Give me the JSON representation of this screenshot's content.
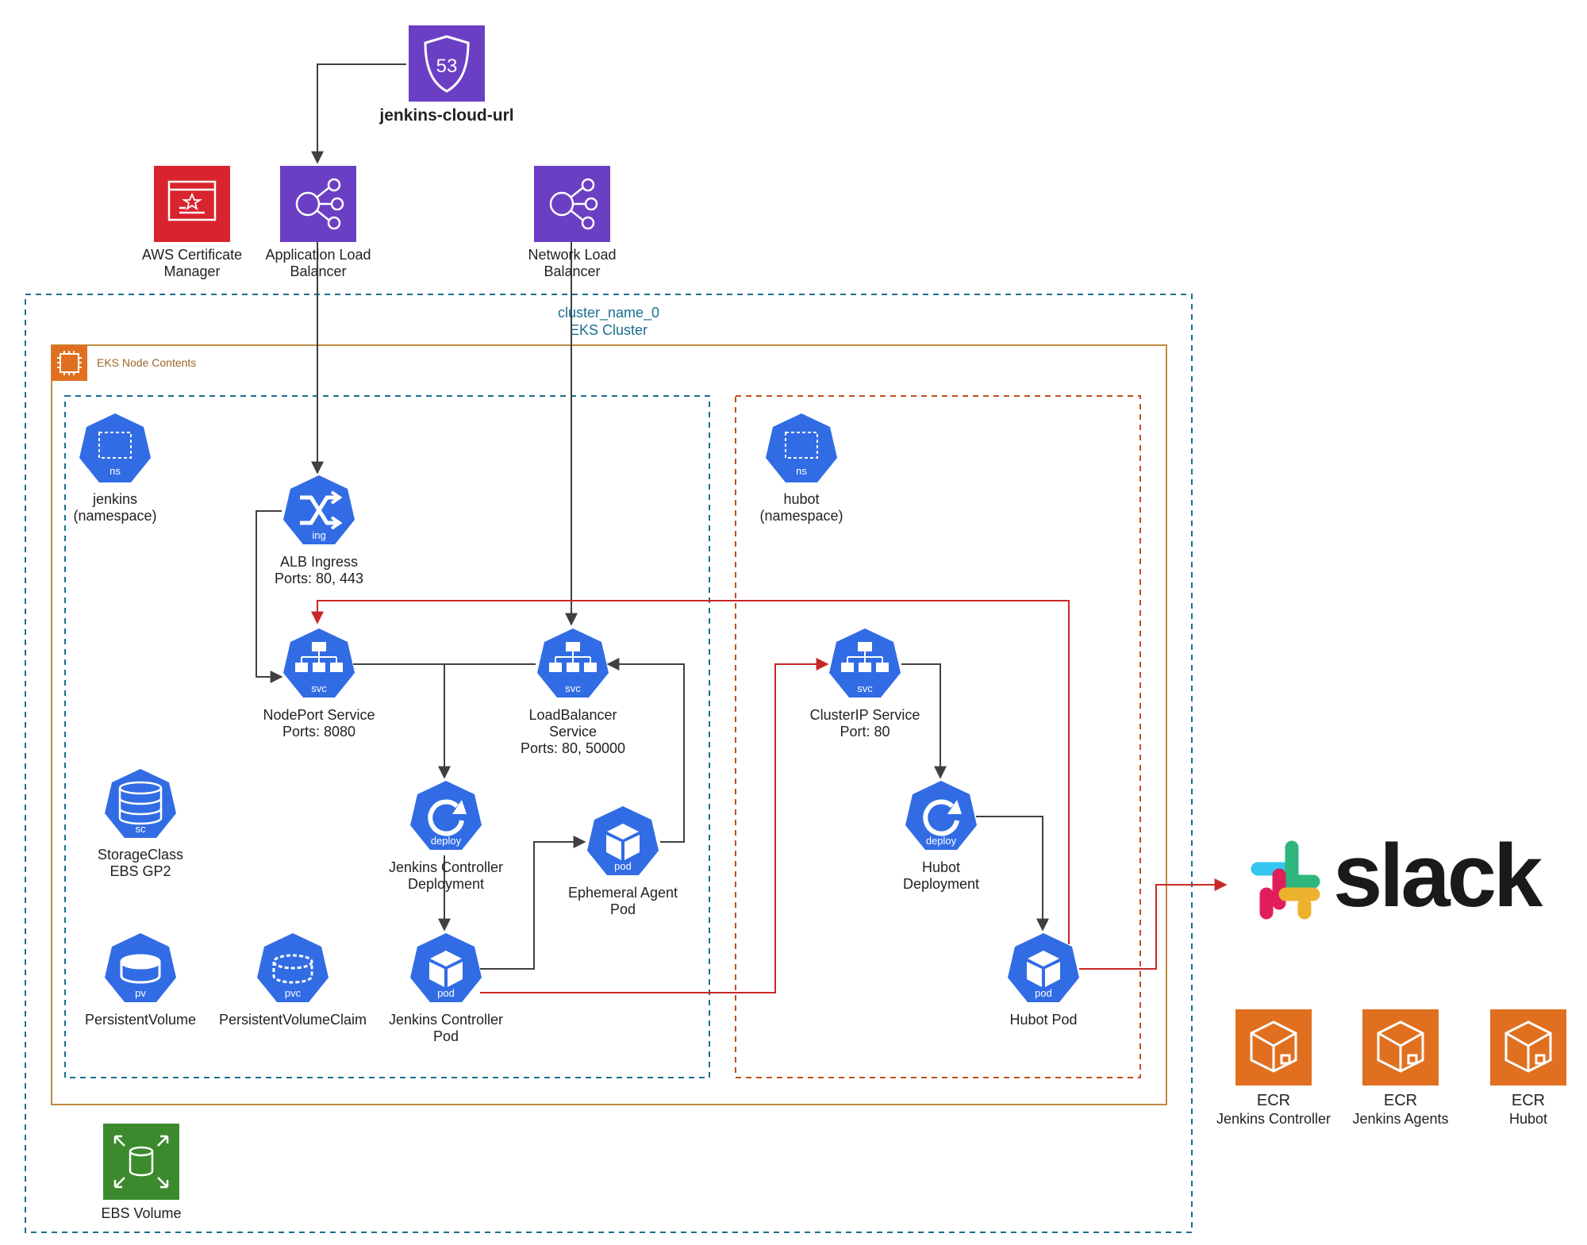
{
  "colors": {
    "aws_purple": "#6b3fc4",
    "aws_red": "#d9242f",
    "aws_orange": "#e07020",
    "aws_green": "#3c8a2e",
    "k8s_blue": "#326ce5",
    "cluster_border": "#1b6f8f",
    "node_border": "#c08a40",
    "red_line": "#c82828",
    "dark_line": "#404040"
  },
  "route53": {
    "badge": "53",
    "label": "jenkins-cloud-url",
    "icon": "route53-shield-icon"
  },
  "acm": {
    "line1": "AWS Certificate",
    "line2": "Manager",
    "icon": "certificate-icon"
  },
  "alb": {
    "line1": "Application Load",
    "line2": "Balancer",
    "icon": "load-balancer-icon"
  },
  "nlb": {
    "line1": "Network Load",
    "line2": "Balancer",
    "icon": "load-balancer-icon"
  },
  "cluster": {
    "name": "cluster_name_0",
    "type": "EKS Cluster"
  },
  "node": {
    "label": "EKS Node Contents",
    "icon": "chip-icon"
  },
  "jenkins_ns": {
    "badge": "ns",
    "line1": "jenkins",
    "line2": "(namespace)"
  },
  "hubot_ns": {
    "badge": "ns",
    "line1": "hubot",
    "line2": "(namespace)"
  },
  "alb_ingress": {
    "badge": "ing",
    "line1": "ALB Ingress",
    "line2": "Ports: 80, 443"
  },
  "nodeport_svc": {
    "badge": "svc",
    "line1": "NodePort Service",
    "line2": "Ports: 8080"
  },
  "lb_svc": {
    "badge": "svc",
    "line1": "LoadBalancer",
    "line2": "Service",
    "line3": "Ports: 80, 50000"
  },
  "clusterip_svc": {
    "badge": "svc",
    "line1": "ClusterIP Service",
    "line2": "Port: 80"
  },
  "storageclass": {
    "badge": "sc",
    "line1": "StorageClass",
    "line2": "EBS GP2"
  },
  "jc_deploy": {
    "badge": "deploy",
    "line1": "Jenkins Controller",
    "line2": "Deployment"
  },
  "ephemeral_pod": {
    "badge": "pod",
    "line1": "Ephemeral Agent",
    "line2": "Pod"
  },
  "hubot_deploy": {
    "badge": "deploy",
    "line1": "Hubot",
    "line2": "Deployment"
  },
  "pv": {
    "badge": "pv",
    "line1": "PersistentVolume"
  },
  "pvc": {
    "badge": "pvc",
    "line1": "PersistentVolumeClaim"
  },
  "jc_pod": {
    "badge": "pod",
    "line1": "Jenkins Controller",
    "line2": "Pod"
  },
  "hubot_pod": {
    "badge": "pod",
    "line1": "Hubot Pod"
  },
  "ebs": {
    "line1": "EBS Volume",
    "icon": "ebs-volume-icon"
  },
  "slack": {
    "word": "slack",
    "icon": "slack-logo-icon"
  },
  "ecr": [
    {
      "title": "ECR",
      "subtitle": "Jenkins Controller"
    },
    {
      "title": "ECR",
      "subtitle": "Jenkins Agents"
    },
    {
      "title": "ECR",
      "subtitle": "Hubot"
    }
  ]
}
